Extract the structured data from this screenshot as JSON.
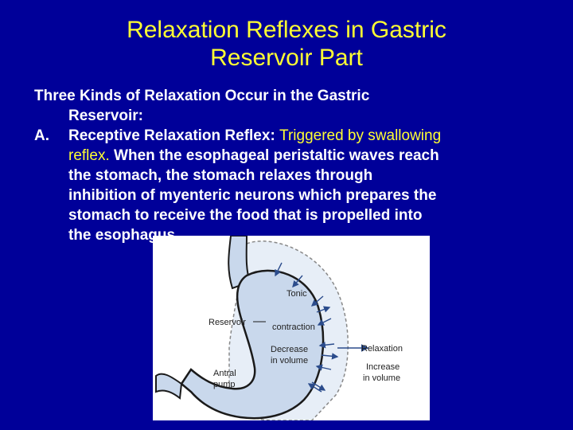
{
  "title": {
    "line1": "Relaxation Reflexes in Gastric",
    "line2": "Reservoir Part"
  },
  "body": {
    "intro_line1": "Three Kinds of Relaxation Occur in the Gastric",
    "intro_line2": "Reservoir:",
    "item_a": {
      "marker": "A.",
      "term": "Receptive Relaxation Reflex:",
      "trigger_part1": "Triggered by swallowing",
      "trigger_part2": "reflex.",
      "text_line2_rest": "When the esophageal peristaltic waves reach",
      "line3": "the stomach, the stomach relaxes through",
      "line4": "inhibition of myenteric neurons which prepares the",
      "line5": "stomach to receive the food that is propelled into",
      "line6": "the esophagus."
    }
  },
  "figure": {
    "labels": {
      "reservoir": "Reservoir",
      "tonic_1": "Tonic",
      "tonic_2": "contraction",
      "decrease_1": "Decrease",
      "decrease_2": "in volume",
      "relaxation": "Relaxation",
      "increase_1": "Increase",
      "increase_2": "in volume",
      "antral_1": "Antral",
      "antral_2": "pump"
    },
    "colors": {
      "stomach_fill": "#C9D8EC",
      "relaxed_fill": "#E7EEF7",
      "outline": "#1A1A1A",
      "arrow": "#2B4C8C",
      "label_box": "#4A6FA5"
    }
  }
}
